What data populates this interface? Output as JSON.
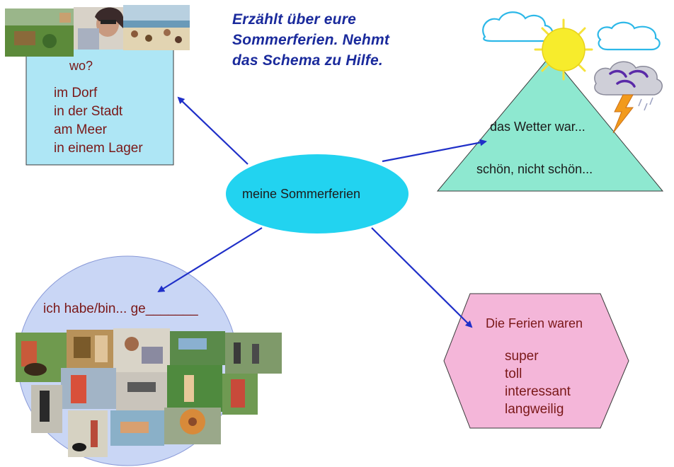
{
  "title": {
    "line1": "Erzählt  über eure",
    "line2": "Sommerferien. Nehmt",
    "line3": "das Schema zu Hilfe."
  },
  "center": {
    "label": "meine Sommerferien"
  },
  "where_box": {
    "heading": "wo?",
    "items": [
      "im Dorf",
      "in der Stadt",
      "am Meer",
      "in einem Lager"
    ]
  },
  "weather": {
    "line1": "das Wetter war...",
    "line2": "schön, nicht schön..."
  },
  "activity": {
    "label": "ich habe/bin... ge_______"
  },
  "vacation": {
    "heading": "Die Ferien waren",
    "items": [
      "super",
      "toll",
      "interessant",
      "langweilig"
    ]
  },
  "colors": {
    "title": "#1a2a9c",
    "arrow": "#1f2fc8",
    "center_fill": "#22d3f0",
    "box_fill": "#aee6f5",
    "triangle_fill": "#8ee8d0",
    "circle_fill": "#c9d6f5",
    "hexagon_fill": "#f4b6d9",
    "text_red": "#7a1818"
  }
}
